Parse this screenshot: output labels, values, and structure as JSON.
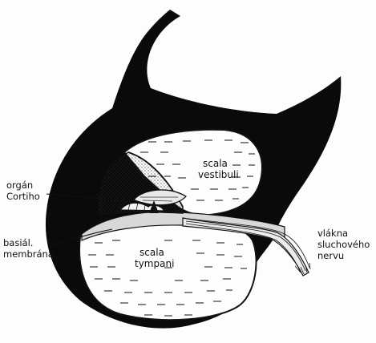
{
  "labels": {
    "organ_line1": "orgán",
    "organ_line2": "Cortiho",
    "basilar_line1": "basiál.",
    "basilar_line2": "membrána",
    "scala_vestibuli_line1": "scala",
    "scala_vestibuli_line2": "vestibuli",
    "scala_tympani_line1": "scala",
    "scala_tympani_line2": "tympani",
    "nerve_line1": "vlákna",
    "nerve_line2": "sluchového",
    "nerve_line3": "nervu"
  },
  "colors": {
    "wall": "#0a0a0a",
    "fluid": "#fdfdfb",
    "ink": "#111111"
  }
}
